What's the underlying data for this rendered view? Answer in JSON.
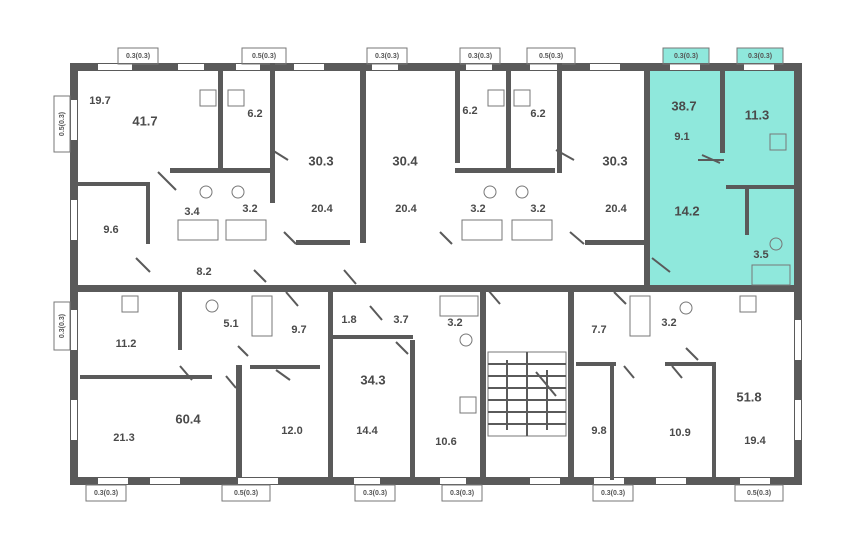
{
  "highlight_color": "#8fe8dc",
  "rooms": {
    "a41_total": "41.7",
    "a41_r1": "19.7",
    "a41_k": "6.2",
    "a41_b1": "3.4",
    "a41_b2": "3.2",
    "a41_r2": "9.6",
    "a41_h": "8.2",
    "a30_1_total": "30.3",
    "a30_1_r": "20.4",
    "a30_4_total": "30.4",
    "a30_4_r": "20.4",
    "a30_4_k": "6.2",
    "a30_4_b": "3.2",
    "a30_3_total": "30.3",
    "a30_3_r": "20.4",
    "a30_3_k": "6.2",
    "a30_3_b": "3.2",
    "a38_total": "38.7",
    "a38_h": "9.1",
    "a38_k": "11.3",
    "a38_r": "14.2",
    "a38_b": "3.5",
    "a60_k": "11.2",
    "a60_b": "5.1",
    "a60_h": "9.7",
    "a60_r1": "21.3",
    "a60_total": "60.4",
    "a60_r2": "12.0",
    "a34_s": "1.8",
    "a34_h": "3.7",
    "a34_b": "3.2",
    "a34_total": "34.3",
    "a34_r": "14.4",
    "a34_k": "10.6",
    "a51_h": "7.7",
    "a51_b": "3.2",
    "a51_r1": "9.8",
    "a51_r2": "10.9",
    "a51_total": "51.8",
    "a51_r3": "19.4"
  },
  "balconies": {
    "t1": "0.3(0.3)",
    "t2": "0.5(0.3)",
    "t3": "0.3(0.3)",
    "t4": "0.3(0.3)",
    "t5": "0.5(0.3)",
    "t6": "0.3(0.3)",
    "t7": "0.3(0.3)",
    "l1": "0.5(0.3)",
    "l2": "0.3(0.3)",
    "b1": "0.3(0.3)",
    "b2": "0.5(0.3)",
    "b3": "0.3(0.3)",
    "b4": "0.3(0.3)",
    "b5": "0.3(0.3)",
    "b6": "0.5(0.3)"
  },
  "icons": [
    "stove-icon",
    "sink-icon",
    "toilet-icon",
    "bathtub-icon",
    "stairs-icon"
  ]
}
